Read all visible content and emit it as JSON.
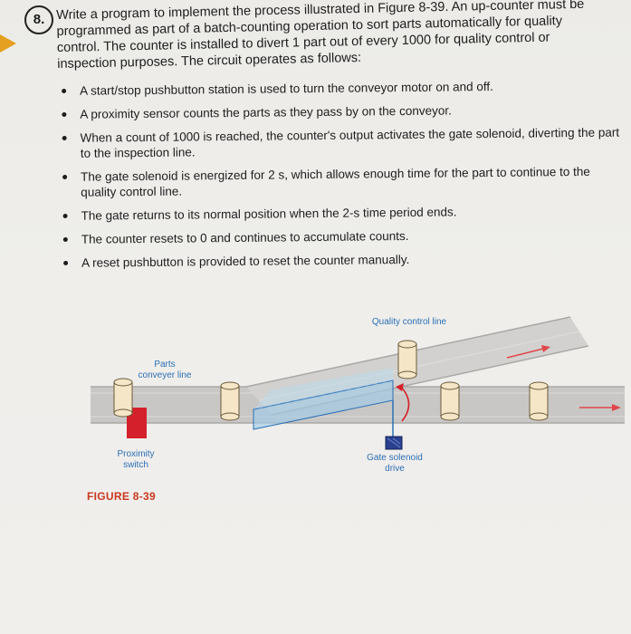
{
  "problem": {
    "number": "8.",
    "lines": [
      "Write a program to implement the process illustrated in Figure 8-39. An up-counter must be",
      "programmed as part of a batch-counting operation to sort parts automatically for quality",
      "control. The counter is installed to divert 1 part out of every 1000 for quality control or",
      "inspection purposes. The circuit operates as follows:"
    ]
  },
  "bullets": [
    "A start/stop pushbutton station is used to turn the conveyor motor on and off.",
    "A proximity sensor counts the parts as they pass by on the conveyor.",
    "When a count of 1000 is reached, the counter's output activates the gate solenoid, diverting the part to the inspection line.",
    "The gate solenoid is energized for 2 s, which allows enough time for the part to continue to the quality control line.",
    "The gate returns to its normal position when the 2-s time period ends.",
    "The counter resets to 0 and continues to accumulate counts.",
    "A reset pushbutton is provided to reset the counter manually."
  ],
  "figure": {
    "label_quality": "Quality control line",
    "label_conveyor": "Parts conveyer line",
    "label_proximity": "Proximity switch",
    "label_gate": "Gate solenoid drive",
    "caption": "FIGURE 8-39",
    "colors": {
      "label_blue": "#2b6fb5",
      "sensor_red": "#d4202a",
      "arrow_red": "#e0464a",
      "gate_blue": "#9fcbe6",
      "solenoid_navy": "#2a3f8f",
      "caption_red": "#c8371f"
    }
  }
}
